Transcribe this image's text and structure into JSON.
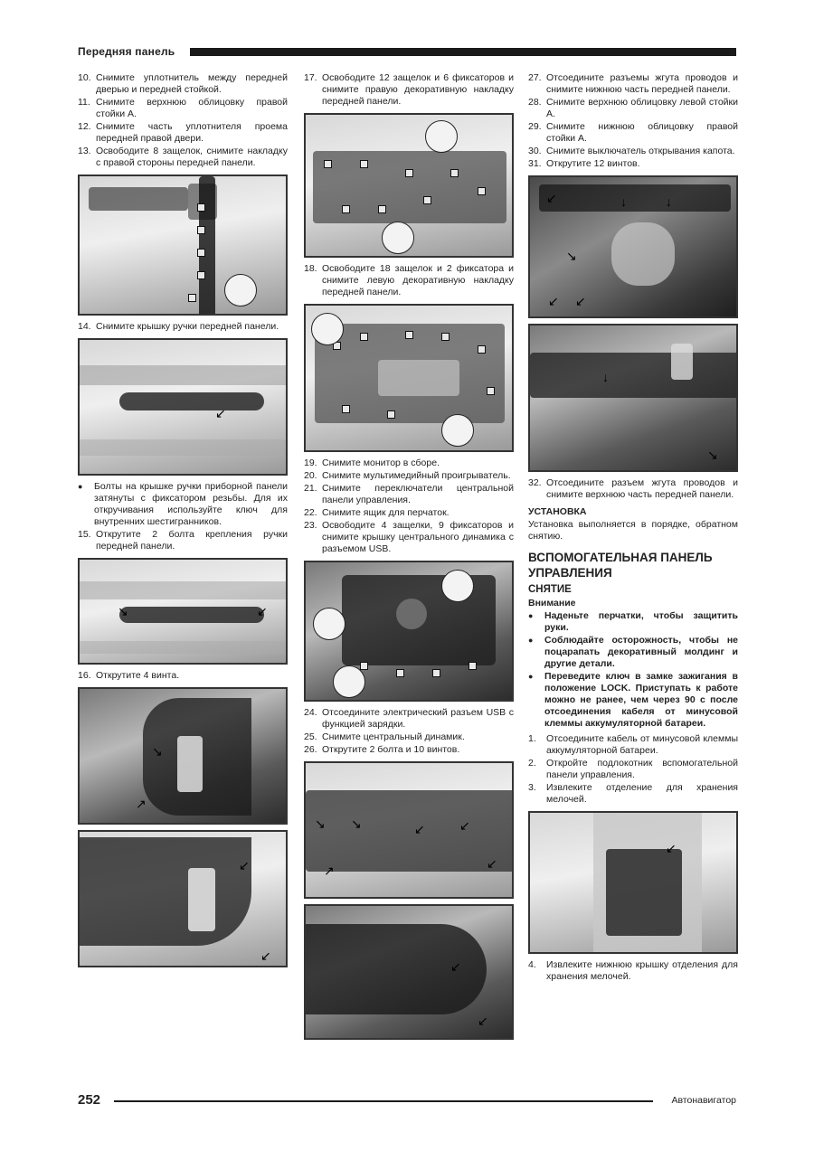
{
  "header": {
    "section_title": "Передняя панель"
  },
  "col1": {
    "steps_a": [
      {
        "n": "10.",
        "t": "Снимите уплотнитель между передней дверью и передней стойкой."
      },
      {
        "n": "11.",
        "t": "Снимите верхнюю облицовку правой стойки А."
      },
      {
        "n": "12.",
        "t": "Снимите часть уплотнителя проема передней правой двери."
      },
      {
        "n": "13.",
        "t": "Освободите 8 защелок, снимите накладку с правой стороны передней панели."
      }
    ],
    "step14": {
      "n": "14.",
      "t": "Снимите крышку ручки передней панели."
    },
    "note": "Болты на крышке ручки приборной панели затянуты с фиксатором резьбы. Для их откручивания используйте ключ для внутренних шестигранников.",
    "step15": {
      "n": "15.",
      "t": "Открутите 2 болта крепления ручки передней панели."
    },
    "step16": {
      "n": "16.",
      "t": "Открутите 4 винта."
    }
  },
  "col2": {
    "step17": {
      "n": "17.",
      "t": "Освободите 12 защелок и 6 фиксаторов и снимите правую декоративную накладку передней панели."
    },
    "step18": {
      "n": "18.",
      "t": "Освободите 18 защелок и 2 фиксатора и снимите левую декоративную накладку передней панели."
    },
    "steps_b": [
      {
        "n": "19.",
        "t": "Снимите монитор в сборе."
      },
      {
        "n": "20.",
        "t": "Снимите мультимедийный проигрыватель."
      },
      {
        "n": "21.",
        "t": "Снимите переключатели центральной панели управления."
      },
      {
        "n": "22.",
        "t": "Снимите ящик для перчаток."
      },
      {
        "n": "23.",
        "t": "Освободите 4 защелки, 9 фиксаторов и снимите крышку центрального динамика с разъемом USB."
      }
    ],
    "steps_c": [
      {
        "n": "24.",
        "t": "Отсоедините электрический разъем USB с функцией зарядки."
      },
      {
        "n": "25.",
        "t": "Снимите центральный динамик."
      },
      {
        "n": "26.",
        "t": "Открутите 2 болта и 10 винтов."
      }
    ]
  },
  "col3": {
    "steps_a": [
      {
        "n": "27.",
        "t": "Отсоедините разъемы жгута проводов и снимите нижнюю часть передней панели."
      },
      {
        "n": "28.",
        "t": "Снимите верхнюю облицовку левой стойки А."
      },
      {
        "n": "29.",
        "t": "Снимите нижнюю облицовку правой стойки А."
      },
      {
        "n": "30.",
        "t": "Снимите выключатель открывания капота."
      },
      {
        "n": "31.",
        "t": "Открутите 12 винтов."
      }
    ],
    "step32": {
      "n": "32.",
      "t": "Отсоедините разъем жгута проводов и снимите верхнюю часть передней панели."
    },
    "install_title": "УСТАНОВКА",
    "install_text": "Установка выполняется в порядке, обратном снятию.",
    "section_title": "ВСПОМОГАТЕЛЬНАЯ ПАНЕЛЬ УПРАВЛЕНИЯ",
    "removal_title": "СНЯТИЕ",
    "attention": "Внимание",
    "warnings": [
      "Наденьте перчатки, чтобы защитить руки.",
      "Соблюдайте осторожность, чтобы не поцарапать декоративный молдинг и другие детали.",
      "Переведите ключ в замке зажигания в положение LOCK. Приступать к работе можно не ранее, чем через 90 с после отсоединения кабеля от минусовой клеммы аккумуляторной батареи."
    ],
    "steps_b": [
      {
        "n": "1.",
        "t": "Отсоедините кабель от минусовой клеммы аккумуляторной батареи."
      },
      {
        "n": "2.",
        "t": "Откройте подлокотник вспомогательной панели управления."
      },
      {
        "n": "3.",
        "t": "Извлеките отделение для хранения мелочей."
      }
    ],
    "step4": {
      "n": "4.",
      "t": "Извлеките нижнюю крышку отделения для хранения мелочей."
    }
  },
  "footer": {
    "page_number": "252",
    "publisher": "Автонавигатор"
  }
}
